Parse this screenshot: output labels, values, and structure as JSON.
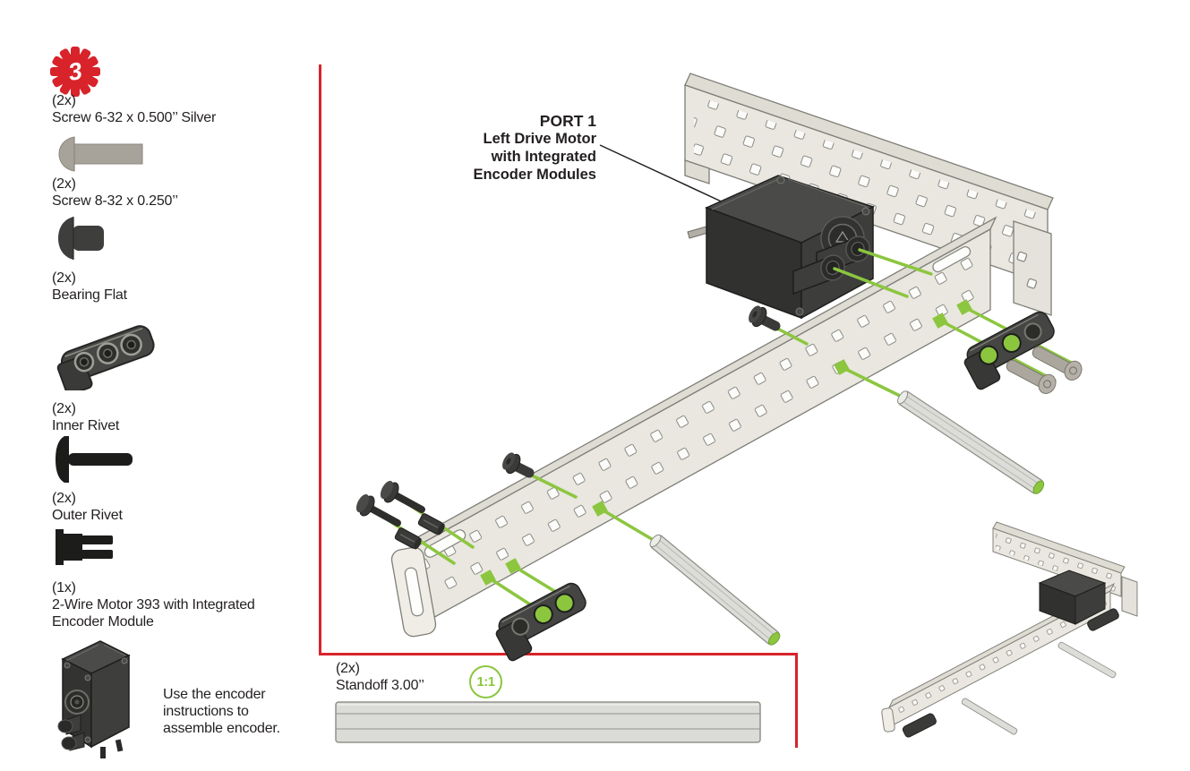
{
  "step_badge": {
    "number": "3"
  },
  "parts_list": {
    "items": [
      {
        "qty": "(2x)",
        "name": "Screw 6-32 x 0.500’’ Silver"
      },
      {
        "qty": "(2x)",
        "name": "Screw 8-32 x 0.250’’"
      },
      {
        "qty": "(2x)",
        "name": "Bearing Flat"
      },
      {
        "qty": "(2x)",
        "name": "Inner Rivet"
      },
      {
        "qty": "(2x)",
        "name": "Outer Rivet"
      },
      {
        "qty": "(1x)",
        "name": "2-Wire Motor 393 with Integrated Encoder Module"
      }
    ],
    "note": "Use the encoder instructions to assemble encoder."
  },
  "callout": {
    "title": "PORT 1",
    "lines": [
      "Left Drive Motor",
      "with Integrated",
      "Encoder Modules"
    ]
  },
  "scale_item": {
    "qty": "(2x)",
    "name": "Standoff 3.00’’",
    "badge": "1:1"
  },
  "colors": {
    "accent_red": "#D8232A",
    "vex_green": "#8CC63F",
    "metal_beige": "#E9E7DF",
    "dark_part": "#3C3C3B",
    "silver": "#ACA79E"
  }
}
